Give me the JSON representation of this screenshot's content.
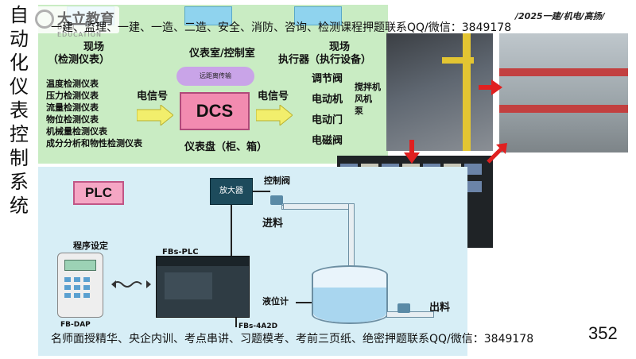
{
  "header": {
    "vertical_title": [
      "自",
      "动",
      "化",
      "仪",
      "表",
      "控",
      "制",
      "系",
      "统"
    ],
    "logo_name": "大立教育",
    "logo_sub": "DALI EDUCATION",
    "top_banner": "一建、监理、一建、一造、二造、安全、消防、咨询、检测课程押题联系QQ/微信：3849178",
    "tagline": "/2025一建/机电/高扬/"
  },
  "dcs_diagram": {
    "field_left_title": "现场",
    "field_left_sub": "（检测仪表）",
    "control_room": "仪表室/控制室",
    "field_right_title": "现场",
    "field_right_sub": "执行器（执行设备）",
    "sensors": [
      "温度检测仪表",
      "压力检测仪表",
      "流量检测仪表",
      "物位检测仪表",
      "机械量检测仪表",
      "成分分析和物性检测仪表"
    ],
    "signal_in": "电信号",
    "signal_out": "电信号",
    "cloud_text": "远距离传输",
    "dcs_label": "DCS",
    "cabinet": "仪表盘（柜、箱）",
    "actuators": [
      "调节阀",
      "电动机",
      "电动门",
      "电磁阀"
    ],
    "motor_note": "搅拌机\n风机\n泵"
  },
  "plc_diagram": {
    "plc_label": "PLC",
    "program_label": "程序设定",
    "plc_unit_label": "FBs-PLC",
    "amplifier": "放大器",
    "control_valve": "控制阀",
    "inflow": "进料",
    "level_meter": "液位计",
    "outflow": "出料",
    "module_label": "FBs-4A2D",
    "programmer_label": "FB-DAP"
  },
  "footer": {
    "bottom_banner": "名师面授精华、央企内训、考点串讲、习题模考、考前三页纸、绝密押题联系QQ/微信：3849178",
    "page_number": "352"
  }
}
